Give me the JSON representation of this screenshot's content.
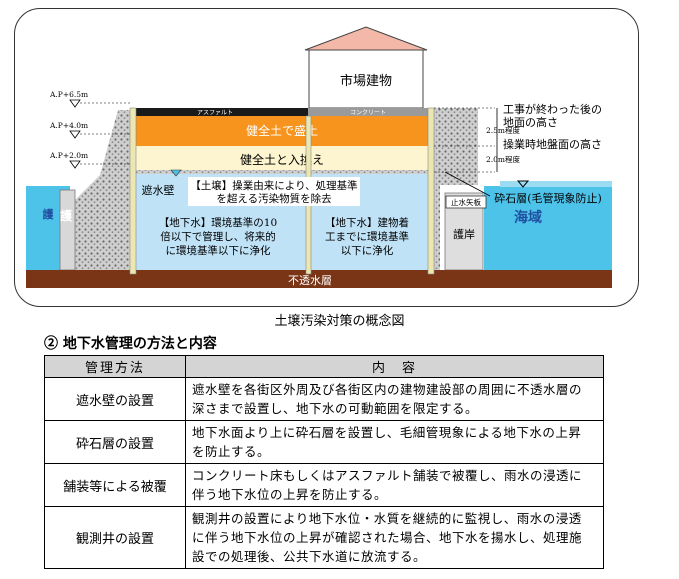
{
  "diagram": {
    "labels": {
      "building": "市場建物",
      "ap65": "A.P+6.5m",
      "ap40": "A.P+4.0m",
      "ap20": "A.P+2.0m",
      "asphalt": "アスファルト",
      "concrete": "コンクリート",
      "healthy_fill": "健全土で盛土",
      "healthy_replace": "健全土と入換え",
      "waterproof_wall": "遮水壁",
      "soil_note_1": "【土壌】操業由来により、処理基準",
      "soil_note_2": "を超える汚染物質を除去",
      "gw_left_1": "【地下水】環境基準の10",
      "gw_left_2": "倍以下で管理し、将来的",
      "gw_left_3": "に環境基準以下に浄化",
      "gw_right_1": "【地下水】建物着",
      "gw_right_2": "工までに環境基準",
      "gw_right_3": "以下に浄化",
      "revetment_left": "護",
      "revetment_right": "護岸",
      "sheet_pile": "止水矢板",
      "sea": "海域",
      "gravel_layer": "砕石層(毛管現象防止)",
      "impermeable": "不透水層",
      "ground_after_1": "工事が終わった後の",
      "ground_after_2": "地面の高さ",
      "ground_op": "操業時地盤面の高さ",
      "dim_25": "2.5m程度",
      "dim_20": "2.0m程度"
    },
    "colors": {
      "orange_fill": "#f7941d",
      "cream_fill": "#fdf5cf",
      "groundwater": "#bfe2f7",
      "sea": "#4dc3ea",
      "impermeable": "#7a3517",
      "gravel": "#c8c8c8",
      "wall": "#ece7b0"
    }
  },
  "caption": "土壌汚染対策の概念図",
  "section_title": "② 地下水管理の方法と内容",
  "table": {
    "headers": [
      "管理方法",
      "内　容"
    ],
    "rows": [
      {
        "method": "遮水壁の設置",
        "lines": [
          "遮水壁を各街区外周及び各街区内の建物建設部の周囲に不透水層の",
          "深さまで設置し、地下水の可動範囲を限定する。"
        ]
      },
      {
        "method": "砕石層の設置",
        "lines": [
          "地下水面より上に砕石層を設置し、毛細管現象による地下水の上昇",
          "を防止する。"
        ]
      },
      {
        "method": "舗装等による被覆",
        "lines": [
          "コンクリート床もしくはアスファルト舗装で被覆し、雨水の浸透に",
          "伴う地下水位の上昇を防止する。"
        ]
      },
      {
        "method": "観測井の設置",
        "lines": [
          "観測井の設置により地下水位・水質を継続的に監視し、雨水の浸透",
          "に伴う地下水位の上昇が確認された場合、地下水を揚水し、処理施",
          "設での処理後、公共下水道に放流する。"
        ]
      }
    ]
  }
}
